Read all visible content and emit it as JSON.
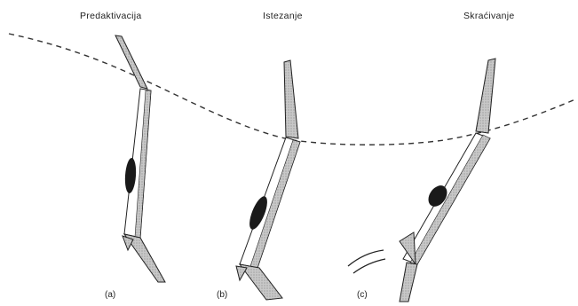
{
  "panels": [
    {
      "title": "Predaktivacija",
      "label": "(a)"
    },
    {
      "title": "Istezanje",
      "label": "(b)"
    },
    {
      "title": "Skraćivanje",
      "label": "(c)"
    }
  ],
  "colors": {
    "ink": "#222222",
    "hatch_fill": "#bdbdbd",
    "bone_fill": "#ffffff",
    "muscle_fill": "#1a1a1a"
  },
  "icons": {
    "muscle": "dark-ellipse",
    "ground_contact": "arc-lines"
  }
}
